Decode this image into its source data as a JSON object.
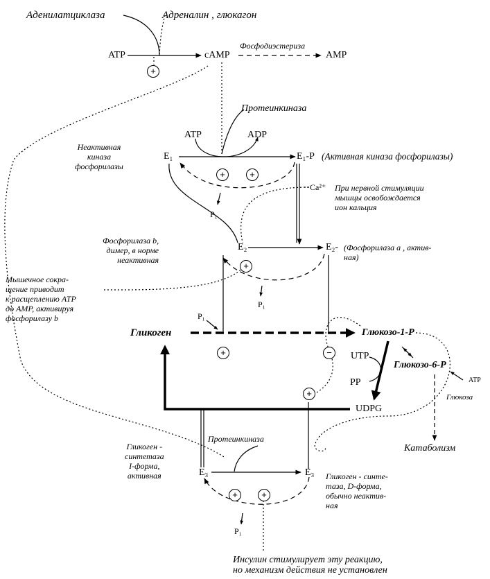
{
  "top": {
    "adenylate_cyclase": "Аденилатциклаза",
    "adrenalin_glucagon": "Адреналин , глюкагон",
    "atp": "ATP",
    "camp": "cAMP",
    "phosphodiesterase": "Фосфодиэстериза",
    "amp": "AMP"
  },
  "kinase": {
    "proteinkinase": "Протеинкиназа",
    "atp": "ATP",
    "adp": "ADP",
    "e1": "E₁",
    "e1p": "E₁-P",
    "active_label": "(Активная киназа фосфорилазы)",
    "inactive_label": "Неактивная\nкиназа\nфосфорилазы",
    "pi": "P₁"
  },
  "calcium": {
    "ca": "Ca²⁺",
    "note": "При нервной стимуляции\nмышцы освобождается\nион кальция"
  },
  "phosphorylase": {
    "b_label": "Фосфорилаза b,\nдимер, в норме\nнеактивная",
    "e2": "E₂",
    "e2p": "E₂-",
    "a_label": "(Фосфорилаза a , актив-\nная)",
    "pi": "P₁"
  },
  "muscle_note": "Мышечное сокра-\nщение приводит\nк расщеплению ATP\nдо AMP, активируя\nфосфорилазу b",
  "glycogen": {
    "glycogen": "Гликоген",
    "pi": "P₁",
    "g1p": "Глюкозо-1-Р",
    "g6p": "Глюкозо-6-Р",
    "utp": "UTP",
    "pp": "PP",
    "udpg": "UDPG",
    "atp": "ATP",
    "glucose": "Глюкоза",
    "catabolism": "Катаболизм"
  },
  "synthase": {
    "proteinkinase": "Протеинкиназа",
    "i_label": "Гликоген -\nсинтетаза\nI-форма,\nактивная",
    "e3": "E₃",
    "e3b": "E₃",
    "d_label": "Гликоген - синте-\nтаза, D-форма,\nобычно неактив-\nная",
    "pi": "P₁"
  },
  "insulin_note": "Инсулин стимулирует эту реакцию,\nно механизм действия не установлен",
  "signs": {
    "plus": "+",
    "minus": "−"
  }
}
